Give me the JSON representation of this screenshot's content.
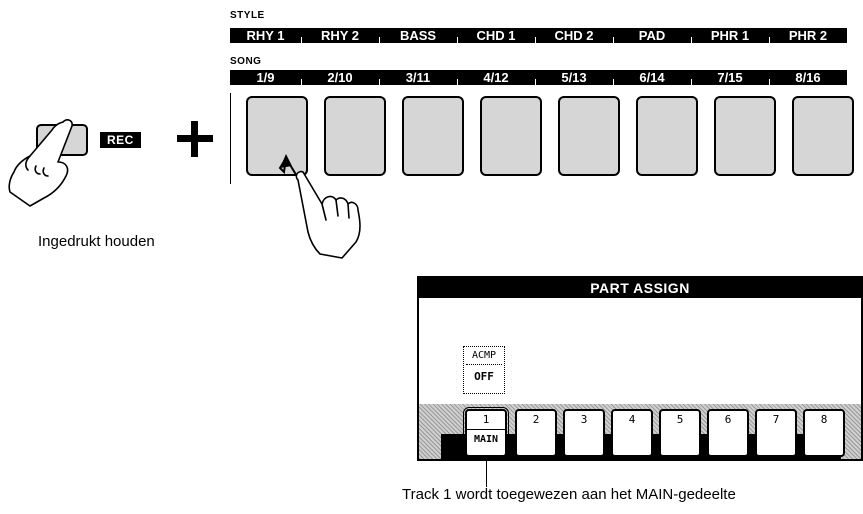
{
  "style_label": "STYLE",
  "style_parts": [
    "RHY 1",
    "RHY 2",
    "BASS",
    "CHD 1",
    "CHD 2",
    "PAD",
    "PHR 1",
    "PHR 2"
  ],
  "song_label": "SONG",
  "song_parts": [
    "1/9",
    "2/10",
    "3/11",
    "4/12",
    "5/13",
    "6/14",
    "7/15",
    "8/16"
  ],
  "rec_label": "REC",
  "hold_caption": "Ingedrukt houden",
  "display": {
    "title": "PART ASSIGN",
    "acmp_label": "ACMP",
    "acmp_value": "OFF",
    "tracks": [
      "1",
      "2",
      "3",
      "4",
      "5",
      "6",
      "7",
      "8"
    ],
    "selected_track_part": "MAIN"
  },
  "bottom_caption": "Track 1 wordt toegewezen aan het MAIN-gedeelte"
}
